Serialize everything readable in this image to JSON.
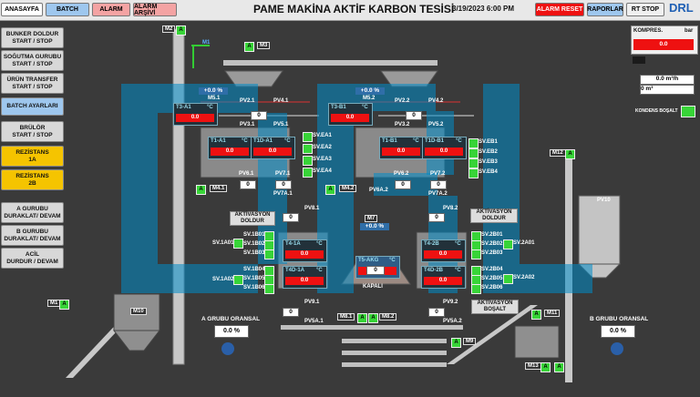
{
  "header": {
    "nav": [
      "ANASAYFA",
      "BATCH",
      "ALARM",
      "ALARM ARŞİVİ"
    ],
    "title": "PAME MAKİNA AKTİF KARBON TESİSİ",
    "datetime": "3/19/2023 6:00 PM",
    "right_buttons": [
      "ALARM RESET",
      "RAPORLAR",
      "RT STOP"
    ],
    "logo": "DRL"
  },
  "sidebar": [
    {
      "label": "BUNKER DOLDUR\nSTART / STOP",
      "style": "gray"
    },
    {
      "label": "SOĞUTMA GURUBU\nSTART / STOP",
      "style": "gray"
    },
    {
      "label": "ÜRÜN TRANSFER\nSTART / STOP",
      "style": "gray"
    },
    {
      "label": "BATCH AYARLARI",
      "style": "blue"
    },
    {
      "label": "BRÜLÖR\nSTART / STOP",
      "style": "gray"
    },
    {
      "label": "REZİSTANS\n1A",
      "style": "yellow"
    },
    {
      "label": "REZİSTANS\n2B",
      "style": "yellow"
    },
    {
      "label": "A GURUBU\nDURAKLAT/ DEVAM",
      "style": "gray"
    },
    {
      "label": "B GURUBU\nDURAKLAT/ DEVAM",
      "style": "gray"
    },
    {
      "label": "ACİL\nDURDUR / DEVAM",
      "style": "gray"
    }
  ],
  "compressor": {
    "label": "KOMPRES.",
    "unit": "bar",
    "value": "0.0"
  },
  "flow": {
    "rate": "0.0 m³/h",
    "total": "0 m³"
  },
  "kondens_label": "KONDENS BOŞALT",
  "motors": {
    "m1": "M1",
    "m2": "M2",
    "m3": "M3",
    "m4_1": "M4.1",
    "m4_2": "M4.2",
    "m7": "M7",
    "m8_1": "M8.1",
    "m8_2": "M8.2",
    "m9": "M9",
    "m10": "M10",
    "m11": "M11",
    "m12": "M12",
    "m13": "M13",
    "m5_1": "M5.1",
    "m5_2": "M5.2"
  },
  "temps": {
    "t3a1": "T3-A1",
    "t3b1": "T3-B1",
    "t1a1": "T1-A1",
    "t1da1": "T1D-A1",
    "t1b1": "T1-B1",
    "t1db1": "T1D-B1",
    "t4a1": "T4-1A",
    "t4da1": "T4D-1A",
    "t4b2": "T4-2B",
    "t4db2": "T4D-2B",
    "t5": "T5-AKG",
    "unit": "°C",
    "value": "0.0"
  },
  "percent": {
    "p1": "+0.0 %",
    "p2": "+0.0 %",
    "p3": "+0.0 %"
  },
  "valves": {
    "pv2_1": "PV2.1",
    "pv3_1": "PV3.1",
    "pv4_1": "PV4.1",
    "pv5_1": "PV5.1",
    "pv6_1": "PV6.1",
    "pv7_1": "PV7.1",
    "pv7a_1": "PV7A.1",
    "pv8_1": "PV8.1",
    "pv9_1": "PV9.1",
    "pv5a_1": "PV5A.1",
    "pv2_2": "PV2.2",
    "pv3_2": "PV3.2",
    "pv4_2": "PV4.2",
    "pv5_2": "PV5.2",
    "pv6_2": "PV6.2",
    "pv7_2": "PV7.2",
    "pv7a_2": "PV7A.2",
    "pv8_2": "PV8.2",
    "pv9_2": "PV9.2",
    "pv5a_2": "PV5A.2",
    "pv10": "PV10",
    "pv6a_2": "PV6A.2"
  },
  "sv_a": [
    "SV.EA1",
    "SV.EA2",
    "SV.EA3",
    "SV.EA4"
  ],
  "sv_b": [
    "SV.EB1",
    "SV.EB2",
    "SV.EB3",
    "SV.EB4"
  ],
  "sv_left": [
    "SV.1A01",
    "SV.1B01",
    "SV.1B02",
    "SV.1B03",
    "SV.1B04",
    "SV.1B05",
    "SV.1B06",
    "SV.1A02"
  ],
  "sv_right": [
    "SV.2B01",
    "SV.2A01",
    "SV.2B02",
    "SV.2B03",
    "SV.2B04",
    "SV.2B05",
    "SV.2B06",
    "SV.2A02"
  ],
  "buttons": {
    "akt_a": "AKTİVASYON\nDOLDUR",
    "akt_b": "AKTİVASYON\nDOLDUR",
    "akt_bos": "AKTİVASYON\nBOŞALT",
    "kapali": "KAPALI"
  },
  "oransal": {
    "a_label": "A GRUBU ORANSAL",
    "a_value": "0.0 %",
    "b_label": "B GRUBU ORANSAL",
    "b_value": "0.0 %"
  },
  "indicator": "A",
  "value_zero": "0",
  "value_dec": "0.0",
  "colors": {
    "watermark": "#0a8bc7",
    "accent_green": "#38d438",
    "alarm_red": "#e11111"
  }
}
